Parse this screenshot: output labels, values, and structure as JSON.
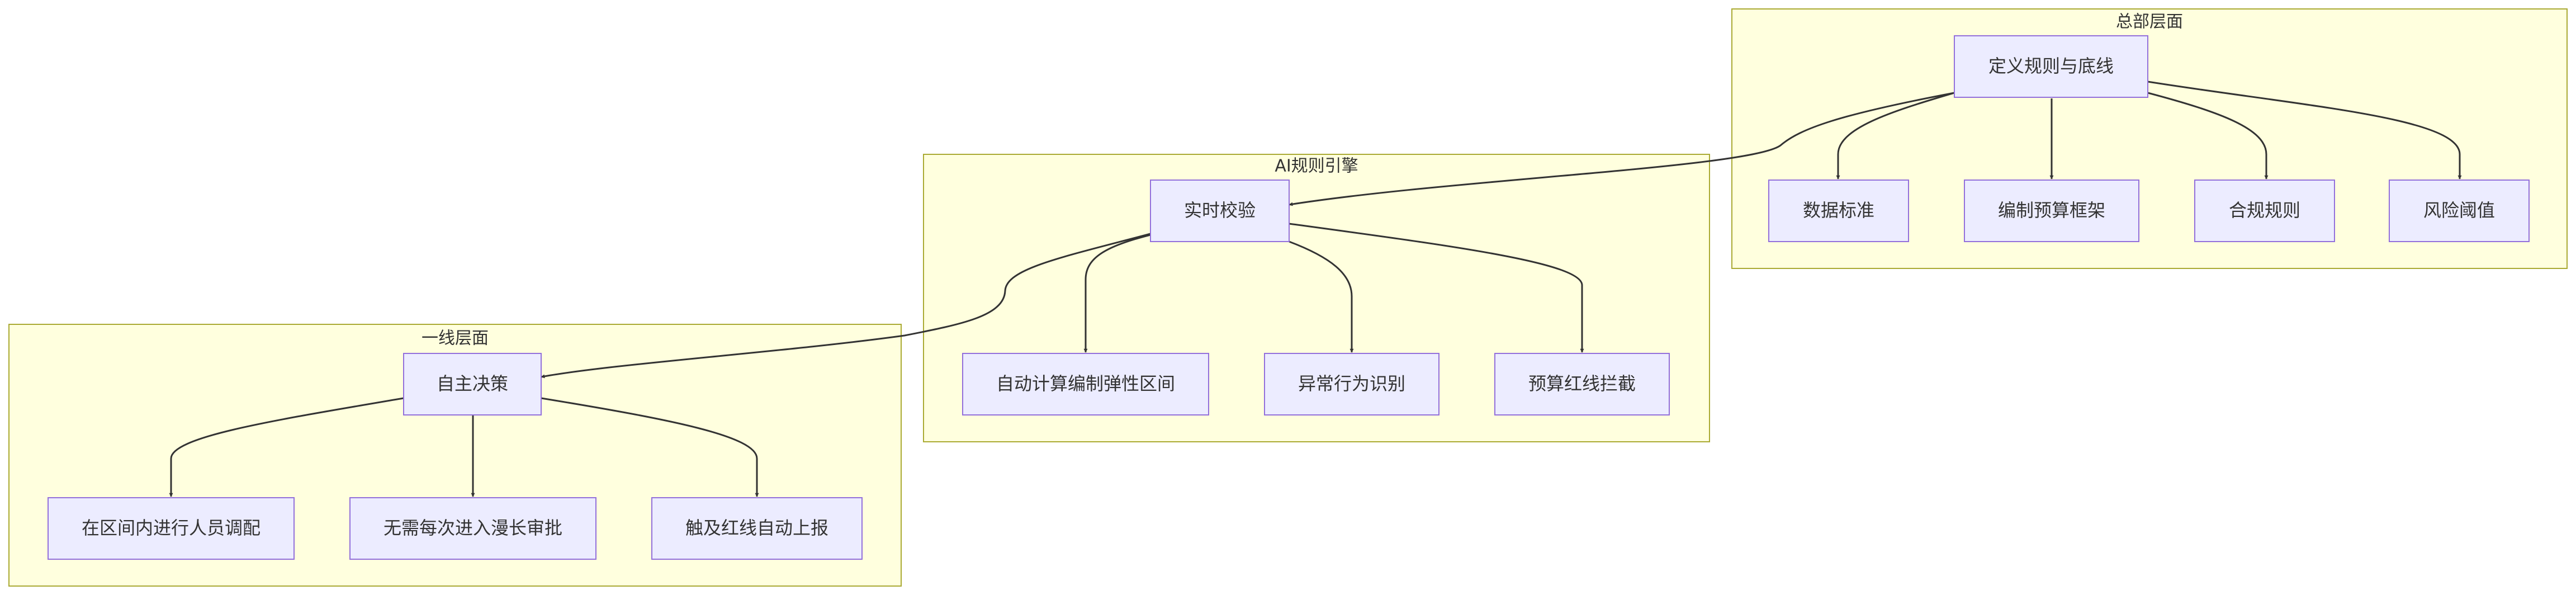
{
  "clusters": {
    "hq": {
      "label": "总部层面"
    },
    "engine": {
      "label": "AI规则引擎"
    },
    "frontline": {
      "label": "一线层面"
    }
  },
  "nodes": {
    "define_rules": "定义规则与底线",
    "data_standard": "数据标准",
    "budget_framework": "编制预算框架",
    "compliance_rules": "合规规则",
    "risk_threshold": "风险阈值",
    "realtime_check": "实时校验",
    "auto_range": "自动计算编制弹性区间",
    "anomaly_detect": "异常行为识别",
    "redline_block": "预算红线拦截",
    "autonomous_decision": "自主决策",
    "staff_adjust": "在区间内进行人员调配",
    "no_approval": "无需每次进入漫长审批",
    "auto_report": "触及红线自动上报"
  },
  "colors": {
    "cluster_fill": "#ffffde",
    "cluster_stroke": "#aaaa33",
    "node_fill": "#ececff",
    "node_stroke": "#9370db",
    "edge": "#333333",
    "text": "#333333"
  }
}
